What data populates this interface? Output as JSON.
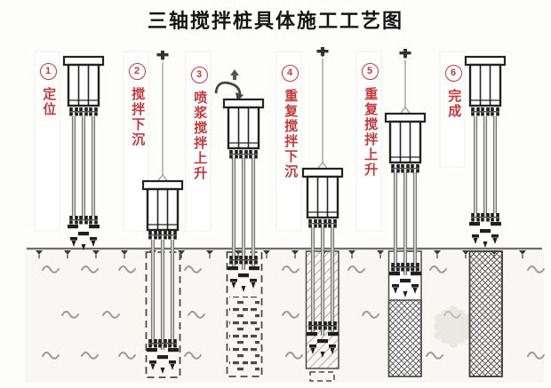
{
  "title": "三轴搅拌桩具体施工工艺图",
  "stages": [
    {
      "num": "1",
      "label": "定位"
    },
    {
      "num": "2",
      "label": "搅拌下沉"
    },
    {
      "num": "3",
      "label": "喷浆搅拌上升"
    },
    {
      "num": "4",
      "label": "重复搅拌下沉"
    },
    {
      "num": "5",
      "label": "重复搅拌上升"
    },
    {
      "num": "6",
      "label": "完成"
    }
  ],
  "colors": {
    "accent_red": "#c23a3a",
    "line_dark": "#232323",
    "rod_gray": "#7a7a7a",
    "soil_mark_gray": "#9a9a9a",
    "ground_line": "#6e6e6e",
    "watermark": "#dedcd6",
    "background": "#fdfdfc"
  },
  "icons": [
    "hoist-pulley-icon",
    "up-arrow-icon",
    "grout-injection-arrow-icon"
  ]
}
